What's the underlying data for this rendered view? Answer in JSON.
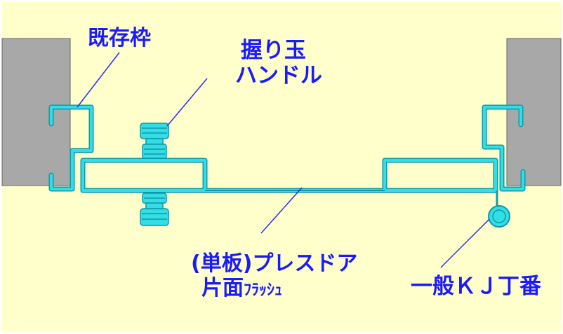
{
  "labels": {
    "existing_frame": "既存枠",
    "handle_line1": "握り玉",
    "handle_line2": "ハンドル",
    "door_line1": "(単板)プレスドア",
    "door_line2_main": "片面",
    "door_line2_small": "ﾌﾗｯｼｭ",
    "hinge": "一般ＫＪ丁番"
  },
  "colors": {
    "background": "#ffffcc",
    "wall": "#a8a8a8",
    "profile": "#33dde6",
    "profile_outline": "#0f9aa8",
    "leader": "#2a2aff",
    "text": "#1a1aff"
  }
}
